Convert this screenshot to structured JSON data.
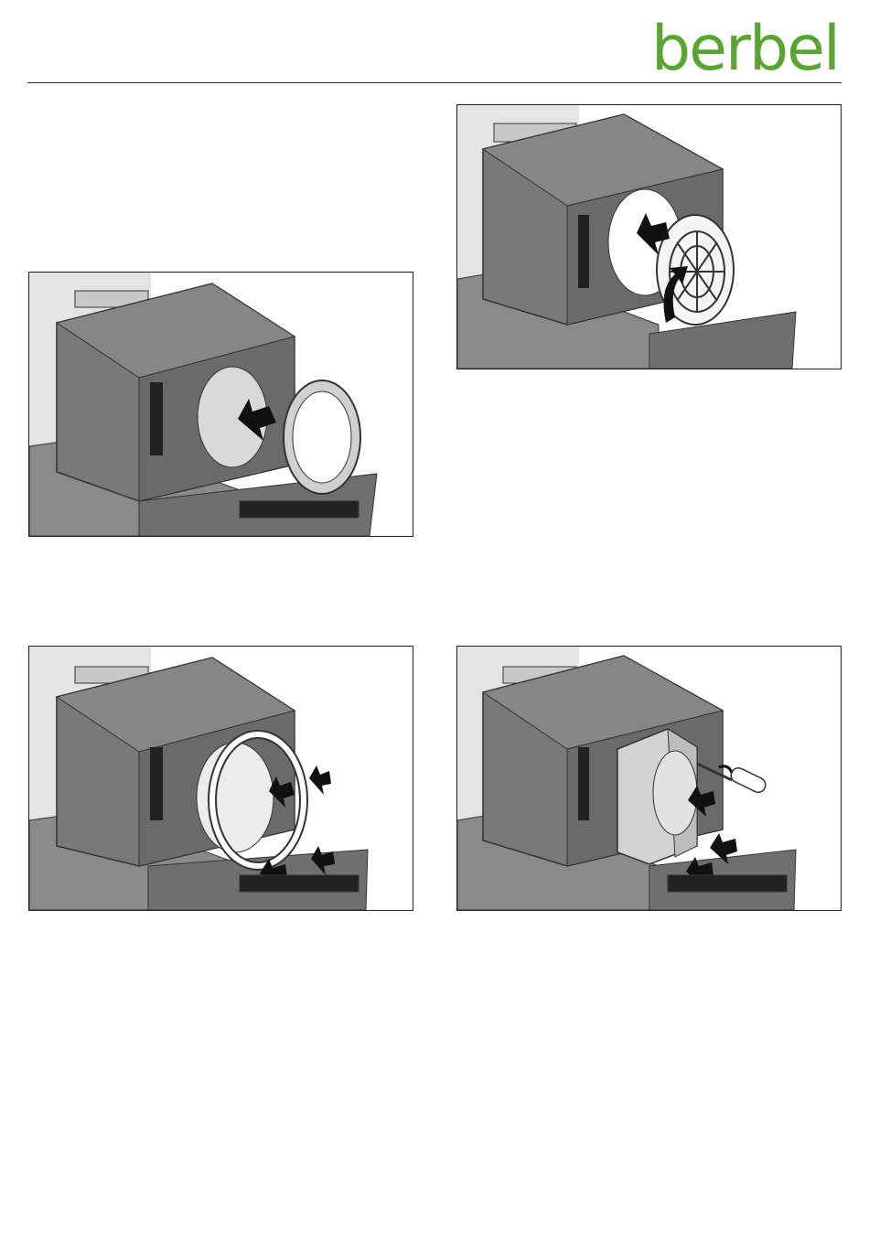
{
  "header": {
    "brand": "berbel",
    "brand_color": "#5aa532"
  },
  "figures": [
    {
      "id": "fig-1",
      "step": "attach-ring",
      "arrows": 1
    },
    {
      "id": "fig-2",
      "step": "rotate-grille",
      "arrows": 2
    },
    {
      "id": "fig-3",
      "step": "screw-ring",
      "arrows": 3
    },
    {
      "id": "fig-4",
      "step": "mount-adapter-box",
      "arrows": 3
    }
  ]
}
